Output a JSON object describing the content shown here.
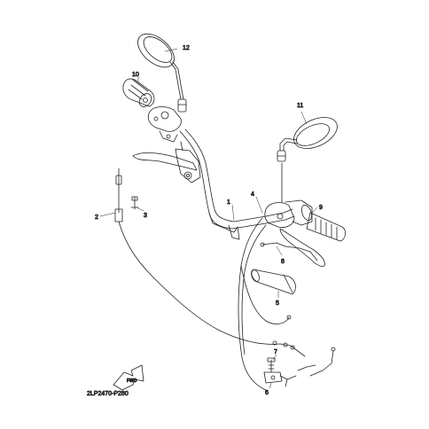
{
  "diagram": {
    "code": "2LP2470-P280",
    "fwd_label": "FWD",
    "callouts": [
      {
        "id": "1",
        "part": "handlebar"
      },
      {
        "id": "2",
        "part": "clutch-cable"
      },
      {
        "id": "3",
        "part": "bolt"
      },
      {
        "id": "4",
        "part": "throttle-cable"
      },
      {
        "id": "5",
        "part": "throttle-grip"
      },
      {
        "id": "6",
        "part": "bracket"
      },
      {
        "id": "7",
        "part": "screw"
      },
      {
        "id": "8",
        "part": "lever-holder"
      },
      {
        "id": "9",
        "part": "right-grip"
      },
      {
        "id": "10",
        "part": "left-grip"
      },
      {
        "id": "11",
        "part": "right-mirror"
      },
      {
        "id": "12",
        "part": "left-mirror"
      }
    ]
  }
}
